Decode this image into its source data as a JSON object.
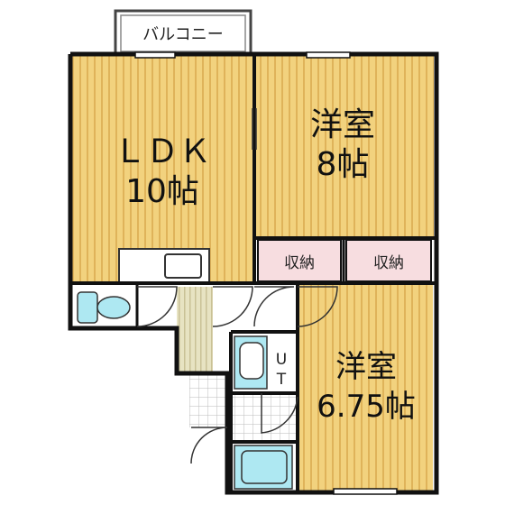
{
  "floorplan": {
    "balcony_label": "バルコニー",
    "rooms": [
      {
        "id": "ldk",
        "name": "ＬＤＫ",
        "size": "10帖"
      },
      {
        "id": "western1",
        "name": "洋室",
        "size": "8帖"
      },
      {
        "id": "western2",
        "name": "洋室",
        "size": "6.75帖"
      }
    ],
    "closets": [
      "収納",
      "収納"
    ],
    "utility_label_1": "U",
    "utility_label_2": "T"
  },
  "colors": {
    "floor": "#f2d27e",
    "stripe": "#dfb35a",
    "closet": "#f7dde0",
    "fixture": "#aee8f2",
    "wall": "#111111",
    "tile_grid": "#bbbbbb",
    "entry_floor": "#e7e3c2"
  }
}
